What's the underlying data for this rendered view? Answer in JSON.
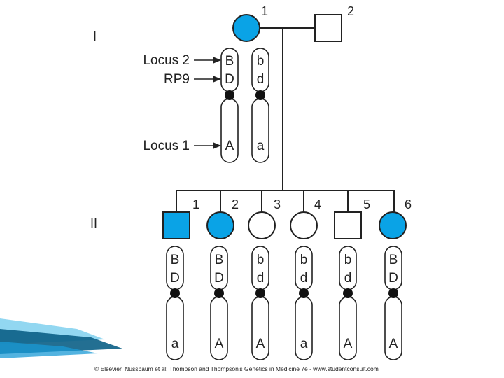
{
  "colors": {
    "affected": "#0aa3e6",
    "unaffected": "#ffffff",
    "line": "#222222",
    "allele_blue": "#1a9ad6",
    "allele_black": "#222222",
    "ribbon_dark": "#0b5f86",
    "ribbon_light": "#7fd0ee"
  },
  "generations": [
    {
      "id": "I",
      "label": "I"
    },
    {
      "id": "II",
      "label": "II"
    }
  ],
  "generation_I": {
    "mother": {
      "number": "1",
      "sex": "female",
      "affected": true
    },
    "father": {
      "number": "2",
      "sex": "male",
      "affected": false
    },
    "loci_labels": {
      "locus2": "Locus 2",
      "rp9": "RP9",
      "locus1": "Locus 1"
    },
    "chromosome_pair": [
      {
        "top": "B",
        "mid": "D",
        "bottom": "A"
      },
      {
        "top": "b",
        "mid": "d",
        "bottom": "a"
      }
    ]
  },
  "generation_II": [
    {
      "number": "1",
      "sex": "male",
      "affected": true,
      "top": "B",
      "mid": "D",
      "bottom": "a"
    },
    {
      "number": "2",
      "sex": "female",
      "affected": true,
      "top": "B",
      "mid": "D",
      "bottom": "A"
    },
    {
      "number": "3",
      "sex": "female",
      "affected": false,
      "top": "b",
      "mid": "d",
      "bottom": "A"
    },
    {
      "number": "4",
      "sex": "female",
      "affected": false,
      "top": "b",
      "mid": "d",
      "bottom": "a"
    },
    {
      "number": "5",
      "sex": "male",
      "affected": false,
      "top": "b",
      "mid": "d",
      "bottom": "A"
    },
    {
      "number": "6",
      "sex": "female",
      "affected": true,
      "top": "B",
      "mid": "D",
      "bottom": "A"
    }
  ],
  "credit": "© Elsevier. Nussbaum et al: Thompson and Thompson's Genetics in Medicine 7e - www.studentconsult.com"
}
